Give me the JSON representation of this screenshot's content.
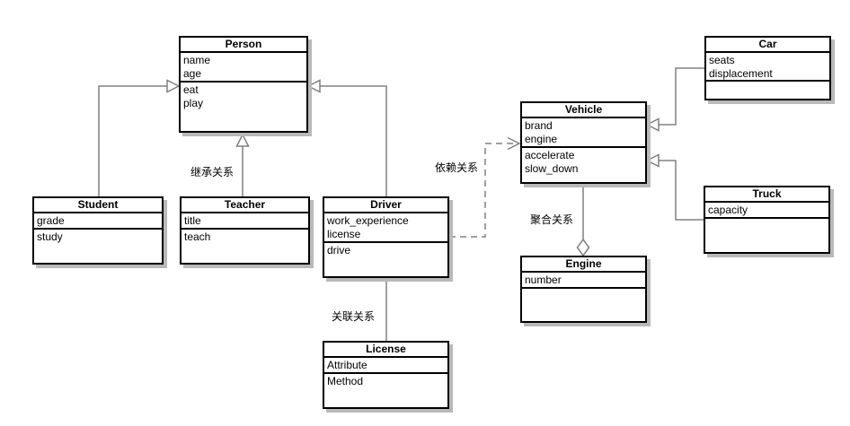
{
  "diagram": {
    "type": "uml-class-diagram",
    "classes": {
      "person": {
        "title": "Person",
        "attributes": [
          "name",
          "age"
        ],
        "methods": [
          "eat",
          "play"
        ]
      },
      "student": {
        "title": "Student",
        "attributes": [
          "grade"
        ],
        "methods": [
          "study"
        ]
      },
      "teacher": {
        "title": "Teacher",
        "attributes": [
          "title"
        ],
        "methods": [
          "teach"
        ]
      },
      "driver": {
        "title": "Driver",
        "attributes": [
          "work_experience",
          "license"
        ],
        "methods": [
          "drive"
        ]
      },
      "license": {
        "title": "License",
        "attributes": [
          "Attribute"
        ],
        "methods": [
          "Method"
        ]
      },
      "vehicle": {
        "title": "Vehicle",
        "attributes": [
          "brand",
          "engine"
        ],
        "methods": [
          "accelerate",
          "slow_down"
        ]
      },
      "car": {
        "title": "Car",
        "attributes": [
          "seats",
          "displacement"
        ],
        "methods": []
      },
      "truck": {
        "title": "Truck",
        "attributes": [
          "capacity"
        ],
        "methods": []
      },
      "engine": {
        "title": "Engine",
        "attributes": [
          "number"
        ],
        "methods": []
      }
    },
    "relationships": [
      {
        "from": "Student",
        "to": "Person",
        "type": "inheritance",
        "label": ""
      },
      {
        "from": "Teacher",
        "to": "Person",
        "type": "inheritance",
        "label": "继承关系"
      },
      {
        "from": "Driver",
        "to": "Person",
        "type": "inheritance",
        "label": ""
      },
      {
        "from": "Driver",
        "to": "Vehicle",
        "type": "dependency",
        "label": "依赖关系"
      },
      {
        "from": "Driver",
        "to": "License",
        "type": "association",
        "label": "关联关系"
      },
      {
        "from": "Car",
        "to": "Vehicle",
        "type": "inheritance",
        "label": ""
      },
      {
        "from": "Truck",
        "to": "Vehicle",
        "type": "inheritance",
        "label": ""
      },
      {
        "from": "Vehicle",
        "to": "Engine",
        "type": "aggregation",
        "label": "聚合关系"
      }
    ],
    "colors": {
      "background": "#ffffff",
      "box_fill": "#ffffff",
      "box_border": "#000000",
      "edge": "#808080",
      "shadow": "#b9b9b9",
      "text": "#000000"
    }
  }
}
